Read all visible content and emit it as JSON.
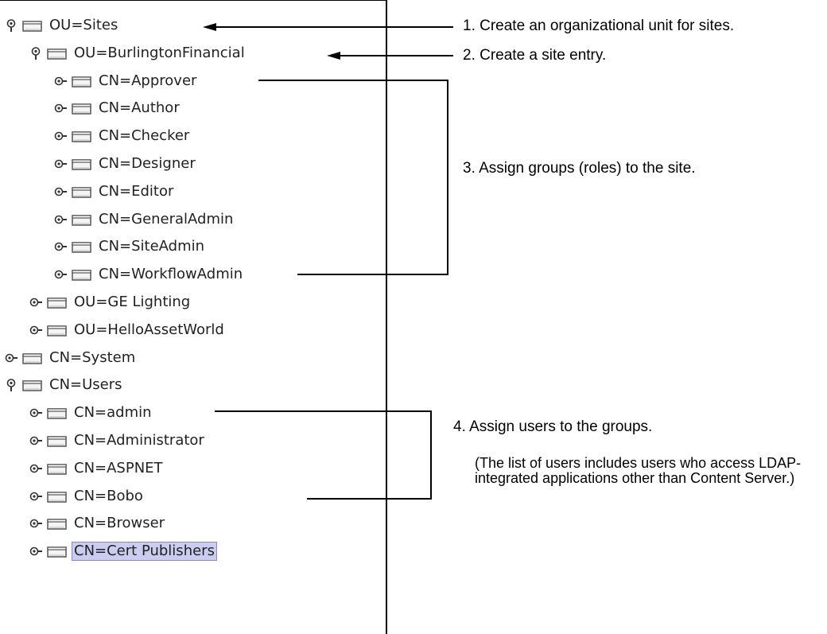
{
  "tree": {
    "items": [
      {
        "label": "OU=Sites",
        "level": 0,
        "expanded": true,
        "selected": false
      },
      {
        "label": "OU=BurlingtonFinancial",
        "level": 1,
        "expanded": true,
        "selected": false
      },
      {
        "label": "CN=Approver",
        "level": 2,
        "expanded": false,
        "selected": false
      },
      {
        "label": "CN=Author",
        "level": 2,
        "expanded": false,
        "selected": false
      },
      {
        "label": "CN=Checker",
        "level": 2,
        "expanded": false,
        "selected": false
      },
      {
        "label": "CN=Designer",
        "level": 2,
        "expanded": false,
        "selected": false
      },
      {
        "label": "CN=Editor",
        "level": 2,
        "expanded": false,
        "selected": false
      },
      {
        "label": "CN=GeneralAdmin",
        "level": 2,
        "expanded": false,
        "selected": false
      },
      {
        "label": "CN=SiteAdmin",
        "level": 2,
        "expanded": false,
        "selected": false
      },
      {
        "label": "CN=WorkflowAdmin",
        "level": 2,
        "expanded": false,
        "selected": false
      },
      {
        "label": "OU=GE Lighting",
        "level": 1,
        "expanded": false,
        "selected": false
      },
      {
        "label": "OU=HelloAssetWorld",
        "level": 1,
        "expanded": false,
        "selected": false
      },
      {
        "label": "CN=System",
        "level": 0,
        "expanded": false,
        "selected": false
      },
      {
        "label": "CN=Users",
        "level": 0,
        "expanded": true,
        "selected": false
      },
      {
        "label": "CN=admin",
        "level": 1,
        "expanded": false,
        "selected": false
      },
      {
        "label": "CN=Administrator",
        "level": 1,
        "expanded": false,
        "selected": false
      },
      {
        "label": "CN=ASPNET",
        "level": 1,
        "expanded": false,
        "selected": false
      },
      {
        "label": "CN=Bobo",
        "level": 1,
        "expanded": false,
        "selected": false
      },
      {
        "label": "CN=Browser",
        "level": 1,
        "expanded": false,
        "selected": false
      },
      {
        "label": "CN=Cert Publishers",
        "level": 1,
        "expanded": false,
        "selected": true
      }
    ]
  },
  "annotations": {
    "step1": "1. Create an organizational unit for sites.",
    "step2": "2. Create a site entry.",
    "step3": "3. Assign groups (roles) to the site.",
    "step4": "4.  Assign users to the groups.",
    "step4_note": "(The list of users includes users who access LDAP-integrated applications other than Content Server.)"
  },
  "colors": {
    "folder_fill": "#f4f4f4",
    "folder_border": "#555555",
    "selection": "#ccccf0"
  }
}
